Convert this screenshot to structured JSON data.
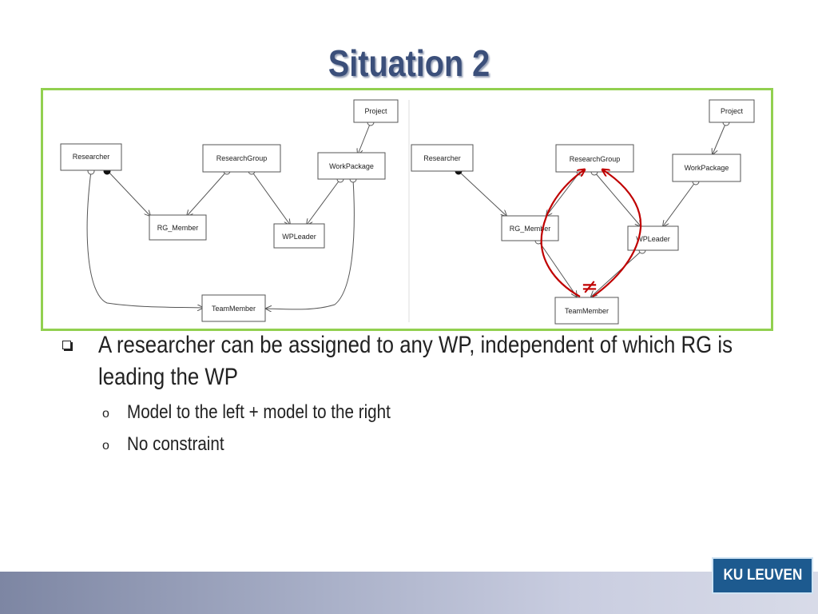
{
  "slide": {
    "title": "Situation 2"
  },
  "diagram_left": {
    "nodes": {
      "researcher": "Researcher",
      "research_group": "ResearchGroup",
      "project": "Project",
      "work_package": "WorkPackage",
      "rg_member": "RG_Member",
      "wp_leader": "WPLeader",
      "team_member": "TeamMember"
    }
  },
  "diagram_right": {
    "nodes": {
      "researcher": "Researcher",
      "research_group": "ResearchGroup",
      "project": "Project",
      "work_package": "WorkPackage",
      "rg_member": "RG_Member",
      "wp_leader": "WPLeader",
      "team_member": "TeamMember"
    },
    "not_equal_symbol": "≠"
  },
  "bullets": {
    "main": "A researcher can be assigned to any WP, independent of which RG is leading the WP",
    "sub": [
      "Model to the left + model to the right",
      "No constraint"
    ],
    "sub_marker": "o"
  },
  "logo": {
    "text": "KU LEUVEN"
  },
  "colors": {
    "title": "#3b4f7a",
    "frame_border": "#92d050",
    "highlight_red": "#c00000",
    "logo_bg": "#1d5a8f"
  }
}
